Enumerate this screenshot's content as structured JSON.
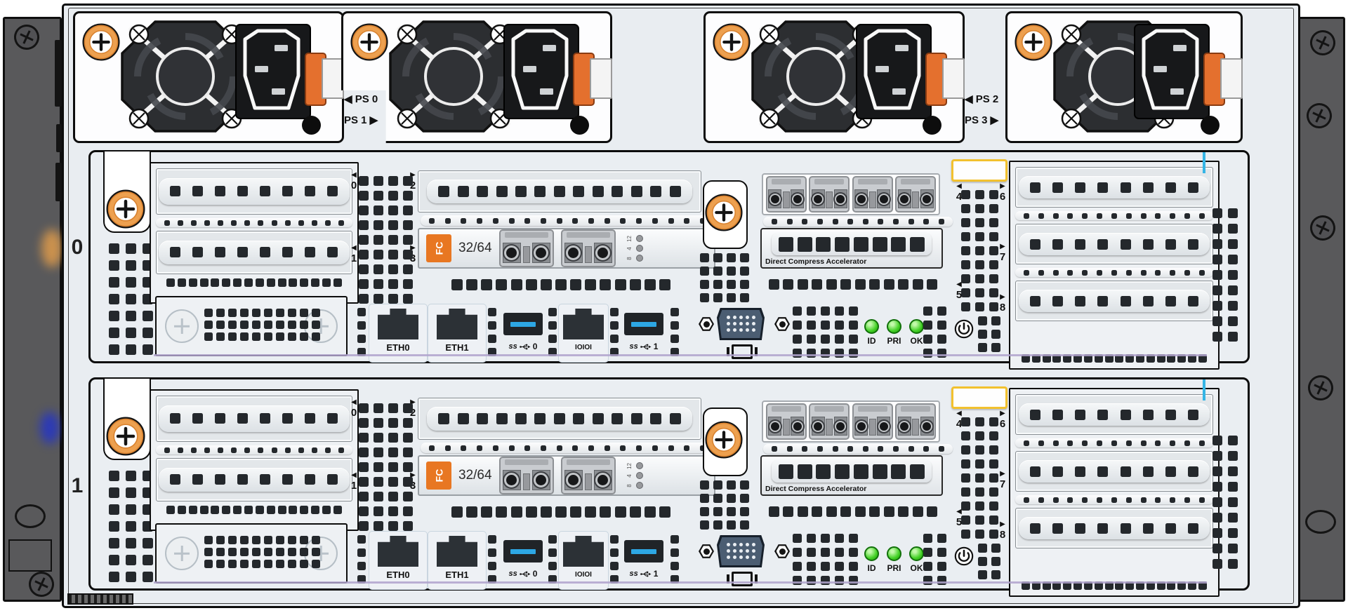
{
  "psu_row": {
    "label_pairs": [
      {
        "top": "◀ PS 0",
        "bottom": "PS 1 ▶"
      },
      {
        "top": "◀ PS 2",
        "bottom": "PS 3 ▶"
      }
    ]
  },
  "controllers": [
    {
      "id": "0",
      "slot_markers_left": [
        {
          "arrow": "◀",
          "num": "0"
        },
        {
          "arrow": "▶",
          "num": "2"
        },
        {
          "arrow": "◀",
          "num": "1"
        },
        {
          "arrow": "▶",
          "num": "3"
        }
      ],
      "slot_markers_right": [
        {
          "arrow": "◀",
          "num": "4"
        },
        {
          "arrow": "▶",
          "num": "6"
        },
        {
          "arrow": "▶",
          "num": "7"
        },
        {
          "arrow": "◀",
          "num": "5"
        },
        {
          "arrow": "▶",
          "num": "8"
        }
      ],
      "fc_card": {
        "logo": "FC",
        "speed": "32/64",
        "led_labels": [
          "12",
          "4",
          "8"
        ]
      },
      "dca_card": {
        "label": "Direct Compress Accelerator"
      },
      "ports": {
        "eth0": "ETH0",
        "eth1": "ETH1",
        "usb_ss": "ss",
        "usb0": "0",
        "usb1": "1",
        "serial": "IOIOI"
      },
      "status_leds": [
        {
          "label": "ID"
        },
        {
          "label": "PRI"
        },
        {
          "label": "OK"
        }
      ]
    },
    {
      "id": "1",
      "slot_markers_left": [
        {
          "arrow": "◀",
          "num": "0"
        },
        {
          "arrow": "▶",
          "num": "2"
        },
        {
          "arrow": "◀",
          "num": "1"
        },
        {
          "arrow": "▶",
          "num": "3"
        }
      ],
      "slot_markers_right": [
        {
          "arrow": "◀",
          "num": "4"
        },
        {
          "arrow": "▶",
          "num": "6"
        },
        {
          "arrow": "▶",
          "num": "7"
        },
        {
          "arrow": "◀",
          "num": "5"
        },
        {
          "arrow": "▶",
          "num": "8"
        }
      ],
      "fc_card": {
        "logo": "FC",
        "speed": "32/64",
        "led_labels": [
          "12",
          "4",
          "8"
        ]
      },
      "dca_card": {
        "label": "Direct Compress Accelerator"
      },
      "ports": {
        "eth0": "ETH0",
        "eth1": "ETH1",
        "usb_ss": "ss",
        "usb0": "0",
        "usb1": "1",
        "serial": "IOIOI"
      },
      "status_leds": [
        {
          "label": "ID"
        },
        {
          "label": "PRI"
        },
        {
          "label": "OK"
        }
      ]
    }
  ],
  "colors": {
    "accent_orange": "#e87722",
    "led_green": "#43d126",
    "usb_blue": "#2da7e4",
    "sticker_yellow": "#f2c12e",
    "cyan_mark": "#35b5e5",
    "rail_gray": "#59595b"
  }
}
